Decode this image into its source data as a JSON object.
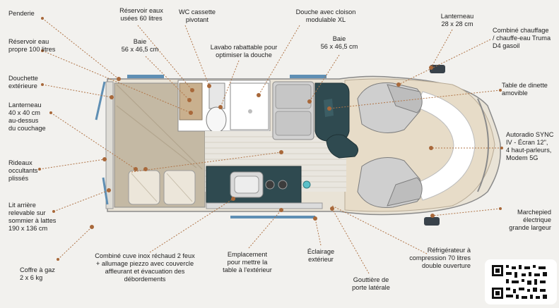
{
  "labels": {
    "penderie": "Penderie",
    "reservoir_usees_1": "Réservoir eaux",
    "reservoir_usees_2": "usées 60 litres",
    "wc_1": "WC cassette",
    "wc_2": "pivotant",
    "douche_1": "Douche avec cloison",
    "douche_2": "modulable XL",
    "lanterneau_1_1": "Lanterneau",
    "lanterneau_1_2": "28 x 28 cm",
    "chauffage_1": "Combiné chauffage",
    "chauffage_2": "/ chauffe-eau Truma",
    "chauffage_3": "D4 gasoil",
    "reservoir_propre_1": "Réservoir eau",
    "reservoir_propre_2": "propre 100 litres",
    "baie_left_1": "Baie",
    "baie_left_2": "56 x 46,5 cm",
    "lavabo_1": "Lavabo rabattable pour",
    "lavabo_2": "optimiser la douche",
    "baie_right_1": "Baie",
    "baie_right_2": "56 x 46,5 cm",
    "douchette_1": "Douchette",
    "douchette_2": "extérieure",
    "table_dinette_1": "Table de dinette",
    "table_dinette_2": "amovible",
    "lanterneau_2_1": "Lanterneau",
    "lanterneau_2_2": "40 x 40 cm",
    "lanterneau_2_3": "au-dessus",
    "lanterneau_2_4": "du couchage",
    "autoradio_1": "Autoradio SYNC",
    "autoradio_2": "IV - Écran 12\",",
    "autoradio_3": "4 haut-parleurs,",
    "autoradio_4": "Modem 5G",
    "rideaux_1": "Rideaux",
    "rideaux_2": "occultants",
    "rideaux_3": "plissés",
    "lit_1": "Lit arrière",
    "lit_2": "relevable sur",
    "lit_3": "sommier à lattes",
    "lit_4": "190 x 136 cm",
    "marchepied_1": "Marchepied",
    "marchepied_2": "électrique",
    "marchepied_3": "grande largeur",
    "coffre_1": "Coffre à gaz",
    "coffre_2": "2 x 6 kg",
    "cuve_1": "Combiné cuve inox réchaud 2 feux",
    "cuve_2": "+ allumage piezzo avec couvercle",
    "cuve_3": "affleurant et évacuation des",
    "cuve_4": "débordements",
    "emplacement_1": "Emplacement",
    "emplacement_2": "pour mettre la",
    "emplacement_3": "table à l'extérieur",
    "eclairage_1": "Éclairage",
    "eclairage_2": "extérieur",
    "gouttiere_1": "Gouttière de",
    "gouttiere_2": "porte latérale",
    "frigo_1": "Réfrigérateur à",
    "frigo_2": "compression 70 litres",
    "frigo_3": "double ouverture"
  },
  "colors": {
    "accent_dot": "#a8683a",
    "body": "#e9e3d6",
    "cabin": "#e7dcc8",
    "dark_seat": "#2f4a50",
    "grey_seat": "#c9c9c9",
    "window_blue": "#5f8fb4"
  },
  "icons": [
    "qr-code-icon"
  ]
}
